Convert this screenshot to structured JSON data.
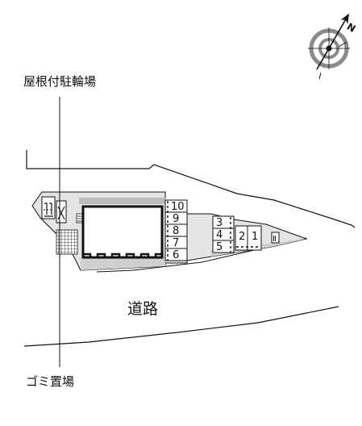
{
  "labels": {
    "bicycle_parking": "屋根付駐輪場",
    "road": "道路",
    "garbage": "ゴミ置場"
  },
  "compass": {
    "north_letter": "N"
  },
  "parking": {
    "building_side": [
      "10",
      "9",
      "8",
      "7",
      "6"
    ],
    "right_column": [
      "3",
      "4",
      "5"
    ],
    "right_pair": [
      "2",
      "1"
    ],
    "far_right": "Ⅱ"
  },
  "colors": {
    "line": "#111111",
    "site_fill": "#e4e4e4",
    "dotted_fill": "#d6d6d6",
    "compass_gray": "#8a8a8a"
  }
}
